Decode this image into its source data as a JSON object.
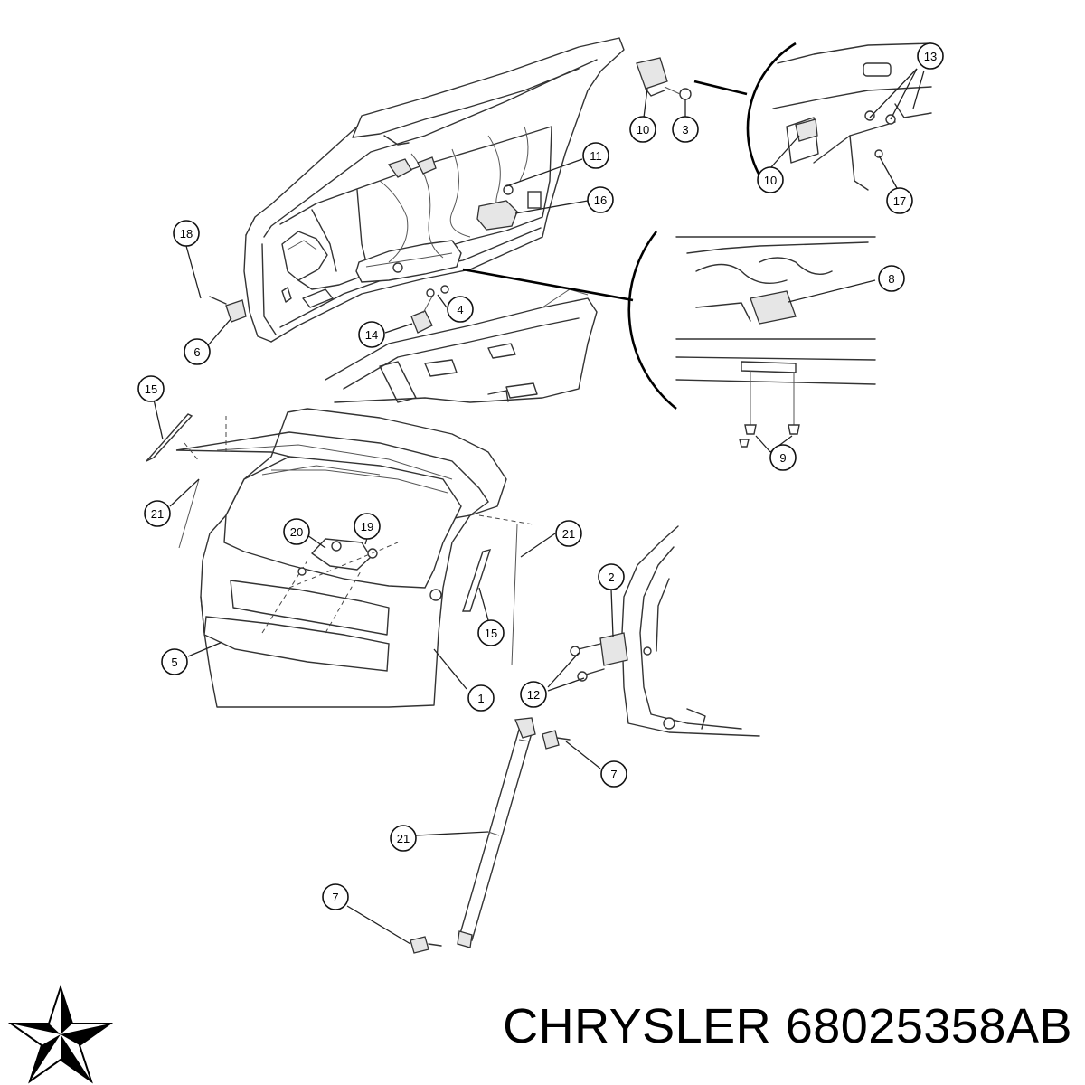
{
  "brand": "CHRYSLER",
  "part_number": "68025358AB",
  "callouts": [
    {
      "id": "c1",
      "label": "1"
    },
    {
      "id": "c2",
      "label": "2"
    },
    {
      "id": "c3",
      "label": "3"
    },
    {
      "id": "c4",
      "label": "4"
    },
    {
      "id": "c5",
      "label": "5"
    },
    {
      "id": "c6",
      "label": "6"
    },
    {
      "id": "c7a",
      "label": "7"
    },
    {
      "id": "c7b",
      "label": "7"
    },
    {
      "id": "c8",
      "label": "8"
    },
    {
      "id": "c9",
      "label": "9"
    },
    {
      "id": "c10a",
      "label": "10"
    },
    {
      "id": "c10b",
      "label": "10"
    },
    {
      "id": "c11",
      "label": "11"
    },
    {
      "id": "c12",
      "label": "12"
    },
    {
      "id": "c13",
      "label": "13"
    },
    {
      "id": "c14",
      "label": "14"
    },
    {
      "id": "c15a",
      "label": "15"
    },
    {
      "id": "c15b",
      "label": "15"
    },
    {
      "id": "c16",
      "label": "16"
    },
    {
      "id": "c17",
      "label": "17"
    },
    {
      "id": "c18",
      "label": "18"
    },
    {
      "id": "c19",
      "label": "19"
    },
    {
      "id": "c20",
      "label": "20"
    },
    {
      "id": "c21a",
      "label": "21"
    },
    {
      "id": "c21b",
      "label": "21"
    },
    {
      "id": "c21c",
      "label": "21"
    }
  ]
}
